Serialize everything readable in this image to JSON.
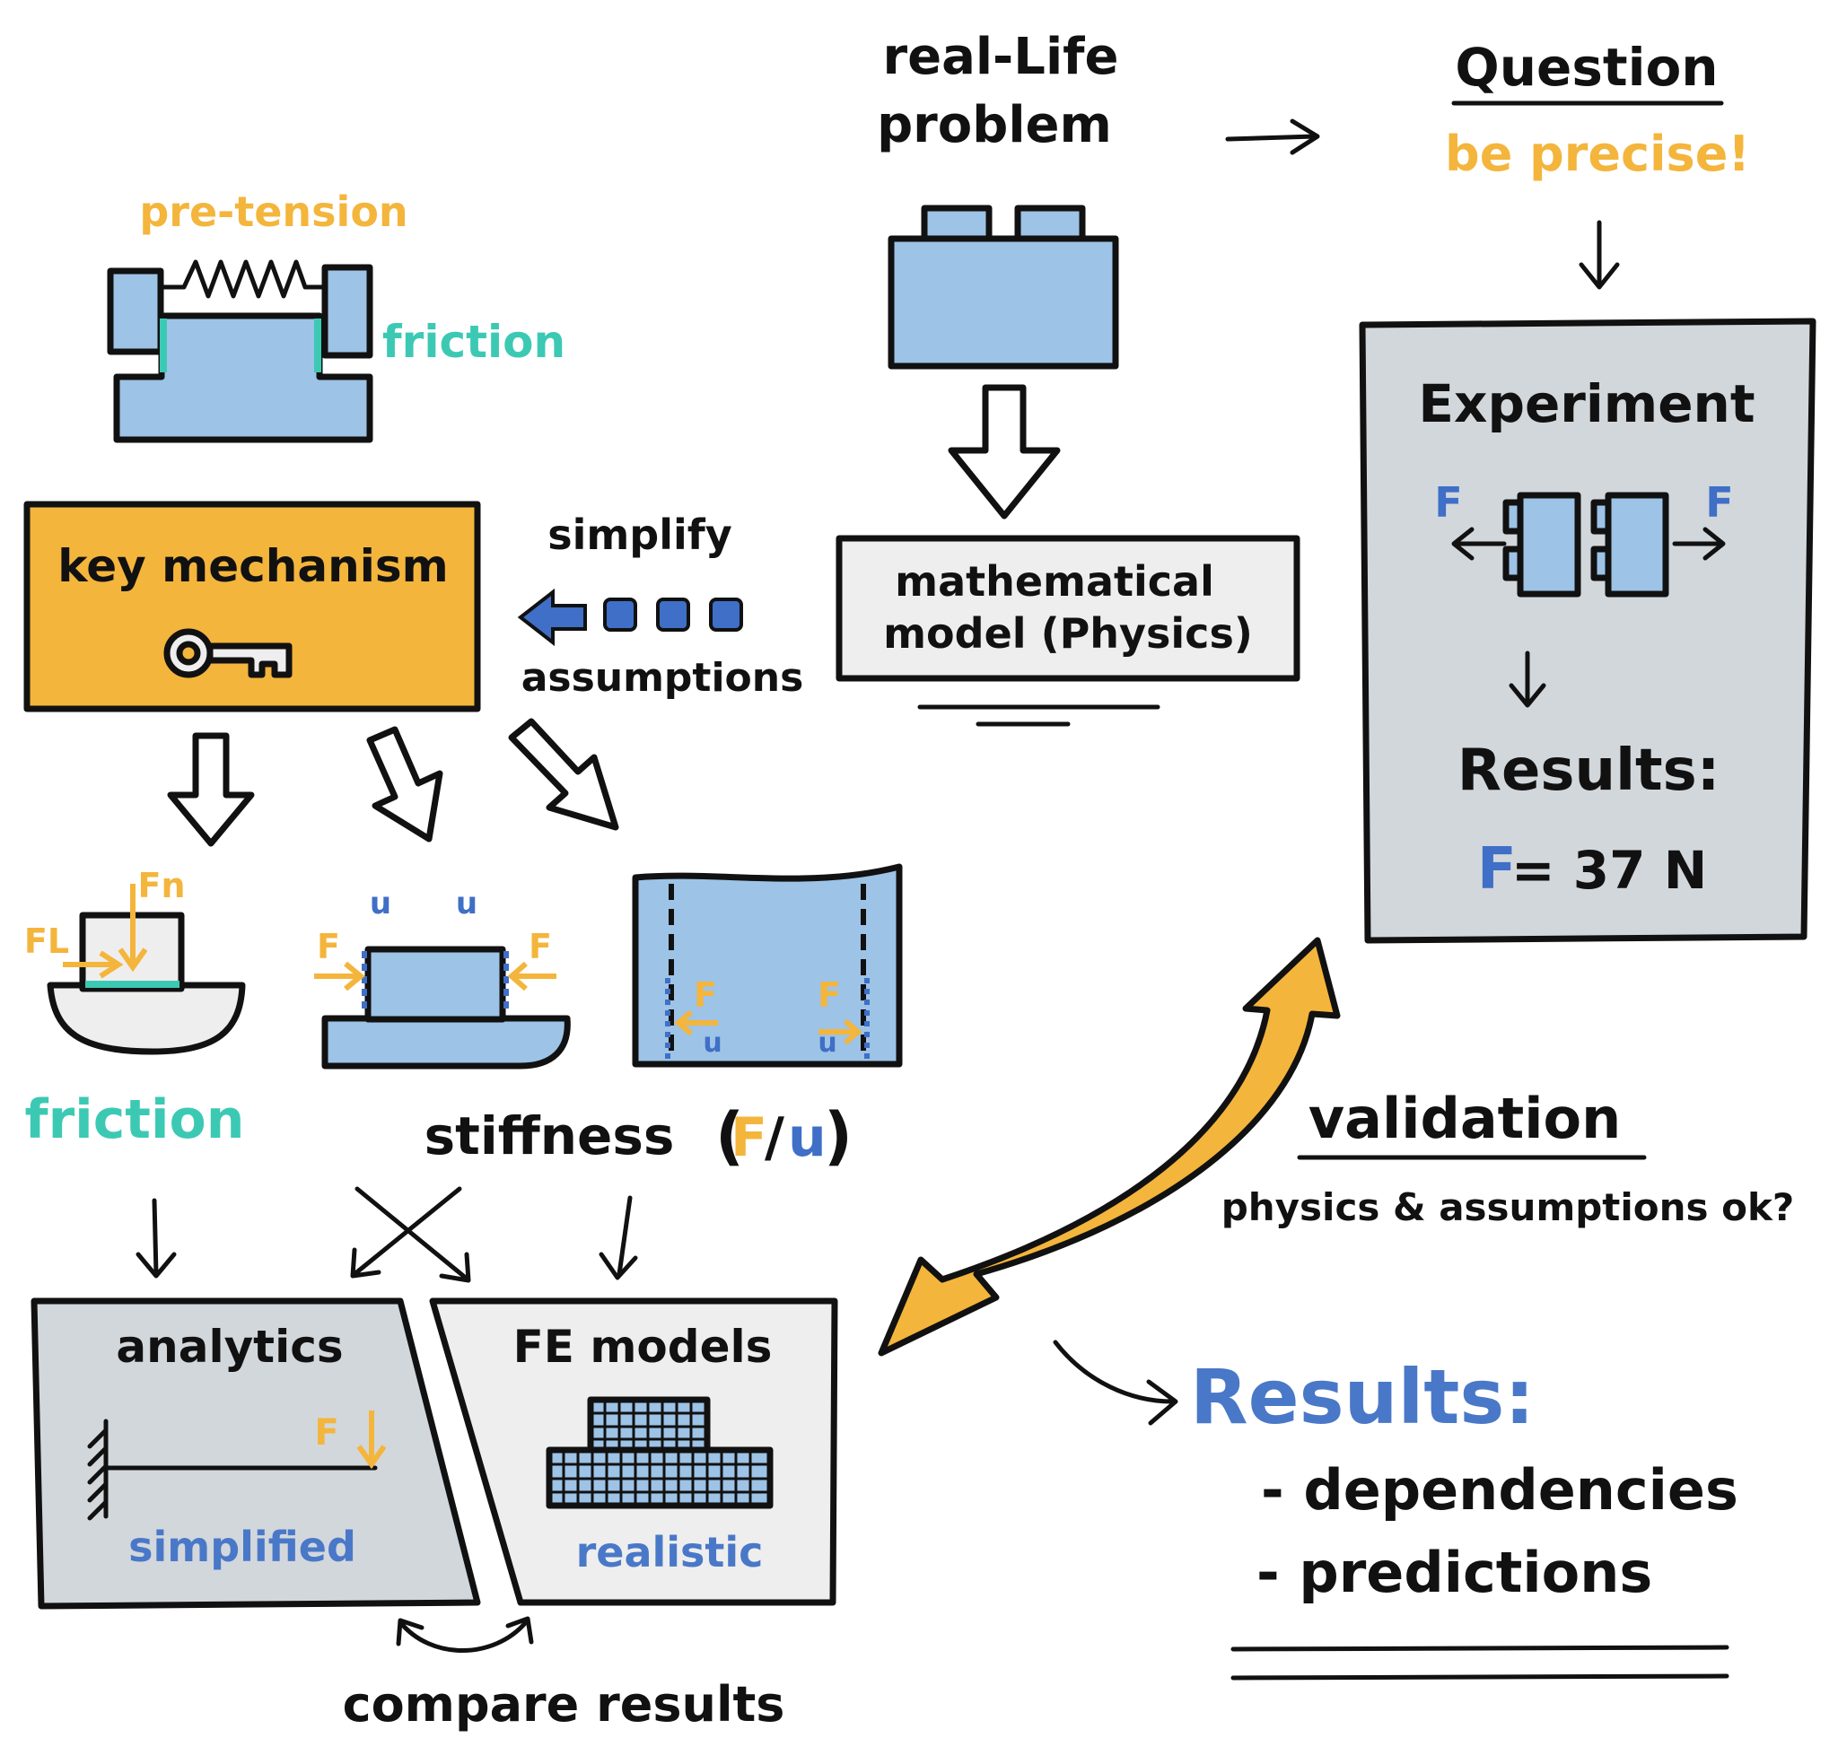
{
  "colors": {
    "ink": "#111111",
    "blue_fill": "#9dc3e6",
    "blue_text": "#4a78c8",
    "orange": "#f4b53c",
    "teal": "#3cc9b4",
    "gray_fill": "#d2d7dc",
    "light_fill": "#eeeeee"
  },
  "top": {
    "problem_line1": "real-Life",
    "problem_line2": "problem",
    "question": "Question",
    "be_precise": "be precise!",
    "math_model_line1": "mathematical",
    "math_model_line2": "model (Physics)"
  },
  "lego_detail": {
    "pre_tension": "pre-tension",
    "friction": "friction"
  },
  "key_mechanism": {
    "label": "key mechanism",
    "icon": "key-icon"
  },
  "simplify": {
    "top": "simplify",
    "bottom": "assumptions"
  },
  "submodels": {
    "friction_model": {
      "Fl": "FL",
      "Fn": "Fn"
    },
    "stiffness_model_a": {
      "F_left": "F",
      "F_right": "F",
      "u_left": "u",
      "u_right": "u"
    },
    "stiffness_model_b": {
      "F_left": "F",
      "F_right": "F",
      "u_left": "u",
      "u_right": "u"
    },
    "friction_label": "friction",
    "stiffness_label": "stiffness",
    "stiffness_F": "F",
    "stiffness_slash": "/",
    "stiffness_u": "u"
  },
  "analytics": {
    "title": "analytics",
    "force": "F",
    "caption": "simplified"
  },
  "fe_models": {
    "title": "FE models",
    "caption": "realistic"
  },
  "compare": "compare results",
  "experiment": {
    "title": "Experiment",
    "F_left": "F",
    "F_right": "F",
    "results_label": "Results:",
    "result_F": "F",
    "result_value": "= 37 N"
  },
  "validation": {
    "title": "validation",
    "subtitle": "physics & assumptions ok?"
  },
  "results": {
    "title": "Results:",
    "items": [
      "- dependencies",
      "- predictions"
    ]
  }
}
